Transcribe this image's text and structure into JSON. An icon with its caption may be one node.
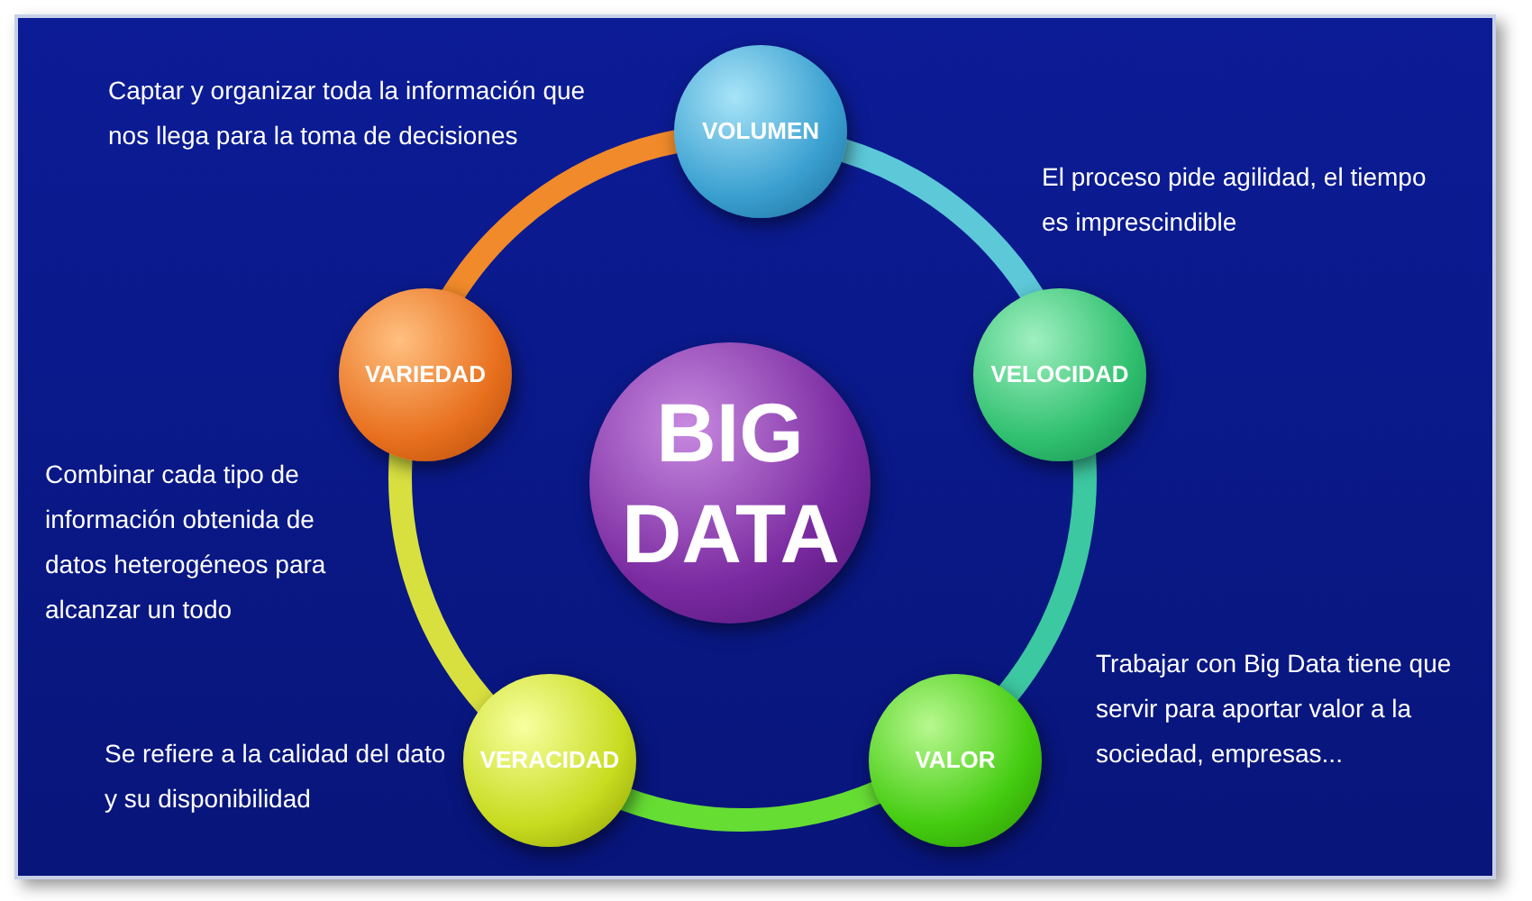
{
  "diagram": {
    "nodes": [
      {
        "text": [
          "BIG DATA"
        ]
      },
      {
        "text": [
          "VOLUMEN"
        ],
        "beside": [
          "Captar y organizar toda la información que nos llega para la toma de decisiones"
        ]
      },
      {
        "text": [
          "VELOCIDAD"
        ],
        "beside": [
          "El proceso pide agilidad, el tiempo es imprescindible"
        ]
      },
      {
        "text": [
          "VALOR"
        ],
        "beside": [
          "Trabajar con Big Data tiene que servir para aportar valor a la sociedad, empresas..."
        ]
      },
      {
        "text": [
          "VERACIDAD"
        ],
        "beside": [
          "Se refiere a la calidad del dato y su disponibilidad"
        ]
      },
      {
        "text": [
          "VARIEDAD"
        ],
        "beside": [
          "Combinar cada tipo de información obtenida de datos heterogéneos para alcanzar un todo"
        ]
      }
    ],
    "edges": [
      {
        "from": 1,
        "to": 2,
        "arrow": "none",
        "color": "#5cc8d8"
      },
      {
        "from": 2,
        "to": 3,
        "arrow": "none",
        "color": "#3cc8a0"
      },
      {
        "from": 3,
        "to": 4,
        "arrow": "none",
        "color": "#66dd33"
      },
      {
        "from": 4,
        "to": 5,
        "arrow": "none",
        "color": "#d8e040"
      },
      {
        "from": 5,
        "to": 1,
        "arrow": "none",
        "color": "#f08a2a"
      }
    ]
  }
}
